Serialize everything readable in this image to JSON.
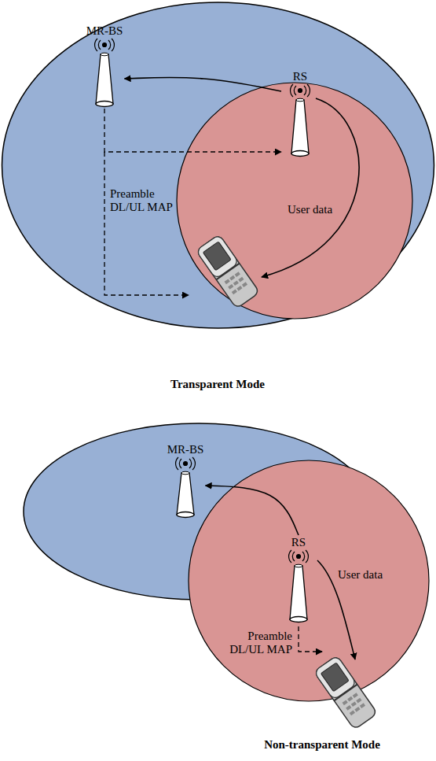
{
  "diagram": {
    "nodes": [
      {
        "text": [
          "MR-BS"
        ]
      },
      {
        "text": [
          "RS"
        ]
      },
      {
        "text": [
          "MR-BS"
        ]
      },
      {
        "text": [
          "RS"
        ]
      }
    ],
    "edges": [
      {
        "from": 1,
        "to": 0,
        "arrow": "to"
      },
      {
        "from": 0,
        "to": 1,
        "arrow": "to"
      },
      {
        "from": 3,
        "to": 2,
        "arrow": "to"
      }
    ],
    "labels": [
      "Preamble DL/UL MAP",
      "User data",
      "Transparent Mode",
      "Preamble DL/UL MAP",
      "User data",
      "Non-transparent Mode"
    ]
  }
}
